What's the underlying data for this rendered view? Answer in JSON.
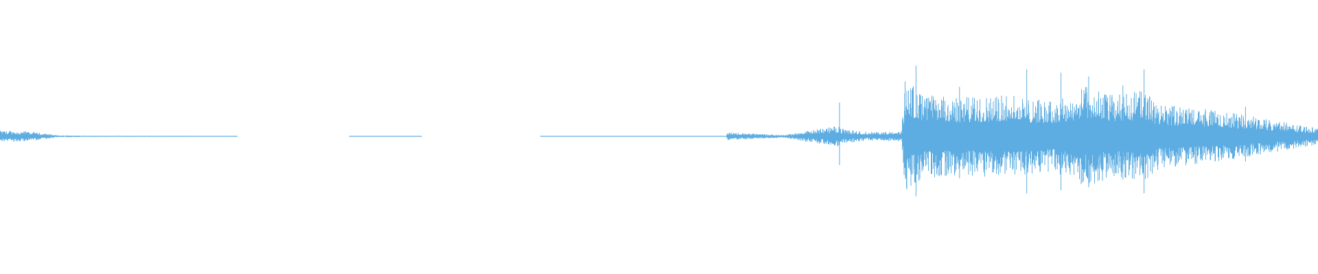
{
  "waveform": {
    "color": "#5DADE2",
    "background": "#FFFFFF",
    "channels": 1,
    "amplitude_envelope": [
      {
        "t": 0.0,
        "a": 0.08
      },
      {
        "t": 0.02,
        "a": 0.07
      },
      {
        "t": 0.035,
        "a": 0.04
      },
      {
        "t": 0.045,
        "a": 0.012
      },
      {
        "t": 0.08,
        "a": 0.008
      },
      {
        "t": 0.17,
        "a": 0.006
      },
      {
        "t": 0.18,
        "a": 0.0
      },
      {
        "t": 0.265,
        "a": 0.0
      },
      {
        "t": 0.275,
        "a": 0.004
      },
      {
        "t": 0.32,
        "a": 0.0
      },
      {
        "t": 0.41,
        "a": 0.0
      },
      {
        "t": 0.415,
        "a": 0.005
      },
      {
        "t": 0.551,
        "a": 0.006
      },
      {
        "t": 0.552,
        "a": 0.06
      },
      {
        "t": 0.57,
        "a": 0.04
      },
      {
        "t": 0.595,
        "a": 0.02
      },
      {
        "t": 0.61,
        "a": 0.07
      },
      {
        "t": 0.635,
        "a": 0.15
      },
      {
        "t": 0.64,
        "a": 0.1
      },
      {
        "t": 0.66,
        "a": 0.06
      },
      {
        "t": 0.684,
        "a": 0.07
      },
      {
        "t": 0.687,
        "a": 0.85
      },
      {
        "t": 0.7,
        "a": 0.6
      },
      {
        "t": 0.73,
        "a": 0.55
      },
      {
        "t": 0.76,
        "a": 0.6
      },
      {
        "t": 0.79,
        "a": 0.52
      },
      {
        "t": 0.8,
        "a": 0.5
      },
      {
        "t": 0.825,
        "a": 0.72
      },
      {
        "t": 0.845,
        "a": 0.58
      },
      {
        "t": 0.868,
        "a": 0.65
      },
      {
        "t": 0.88,
        "a": 0.45
      },
      {
        "t": 0.92,
        "a": 0.38
      },
      {
        "t": 0.96,
        "a": 0.25
      },
      {
        "t": 1.0,
        "a": 0.12
      }
    ],
    "transient_peaks": [
      {
        "t": 0.637,
        "a": 0.48
      },
      {
        "t": 0.695,
        "a": 1.0
      },
      {
        "t": 0.779,
        "a": 0.95
      },
      {
        "t": 0.805,
        "a": 0.9
      },
      {
        "t": 0.826,
        "a": 0.85
      },
      {
        "t": 0.868,
        "a": 0.95
      },
      {
        "t": 0.728,
        "a": 0.7
      },
      {
        "t": 0.852,
        "a": 0.72
      },
      {
        "t": 0.945,
        "a": 0.42
      }
    ]
  }
}
